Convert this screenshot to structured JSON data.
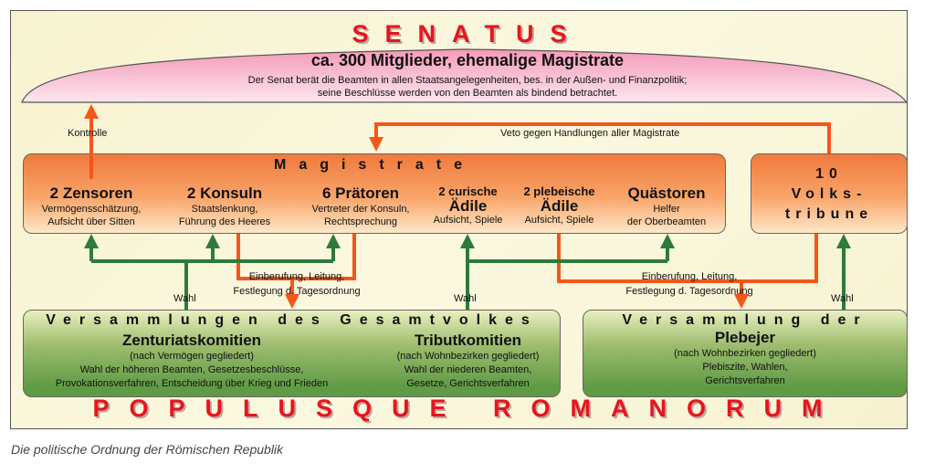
{
  "senate": {
    "title": "SENATUS",
    "subtitle": "ca. 300 Mitglieder, ehemalige Magistrate",
    "line1": "Der Senat berät die Beamten in allen Staatsangelegenheiten, bes. in der Außen- und Finanzpolitik;",
    "line2": "seine Beschlüsse werden von den Beamten als bindend betrachtet."
  },
  "labels": {
    "kontrolle": "Kontrolle",
    "veto": "Veto gegen Handlungen aller Magistrate",
    "einb1a": "Einberufung, Leitung,",
    "einb1b": "Festlegung d. Tagesordnung",
    "einb2a": "Einberufung, Leitung,",
    "einb2b": "Festlegung d. Tagesordnung",
    "wahl1": "Wahl",
    "wahl2": "Wahl",
    "wahl3": "Wahl"
  },
  "magistrate": {
    "title": "Magistrate",
    "offices": [
      {
        "pre": "",
        "name": "2 Zensoren",
        "d1": "Vermögensschätzung,",
        "d2": "Aufsicht über Sitten"
      },
      {
        "pre": "",
        "name": "2 Konsuln",
        "d1": "Staatslenkung,",
        "d2": "Führung des Heeres"
      },
      {
        "pre": "",
        "name": "6 Prätoren",
        "d1": "Vertreter der Konsuln,",
        "d2": "Rechtsprechung"
      },
      {
        "pre": "2 curische",
        "name": "Ädile",
        "d1": "Aufsicht, Spiele",
        "d2": ""
      },
      {
        "pre": "2 plebeische",
        "name": "Ädile",
        "d1": "Aufsicht, Spiele",
        "d2": ""
      },
      {
        "pre": "",
        "name": "Quästoren",
        "d1": "Helfer",
        "d2": "der Oberbeamten"
      }
    ]
  },
  "tribune": {
    "l1": "10",
    "l2": "Volks-",
    "l3": "tribune"
  },
  "gesamtvolk": {
    "title": "Versammlungen des Gesamtvolkes",
    "zent": {
      "name": "Zenturiatskomitien",
      "d1": "(nach Vermögen gegliedert)",
      "d2": "Wahl der höheren Beamten, Gesetzesbeschlüsse,",
      "d3": "Provokationsverfahren, Entscheidung über Krieg und Frieden"
    },
    "trib": {
      "name": "Tributkomitien",
      "d1": "(nach Wohnbezirken gegliedert)",
      "d2": "Wahl der niederen Beamten,",
      "d3": "Gesetze, Gerichtsverfahren"
    }
  },
  "plebejer": {
    "title": "Versammlung der",
    "name": "Plebejer",
    "d1": "(nach Wohnbezirken gegliedert)",
    "d2": "Plebiszite, Wahlen,",
    "d3": "Gerichtsverfahren"
  },
  "populus": "POPULUSQUE ROMANORUM",
  "caption": "Die politische Ordnung der Römischen Republik",
  "colors": {
    "orange": "#f5561a",
    "green": "#2f7a3a",
    "red": "#e8141e"
  }
}
